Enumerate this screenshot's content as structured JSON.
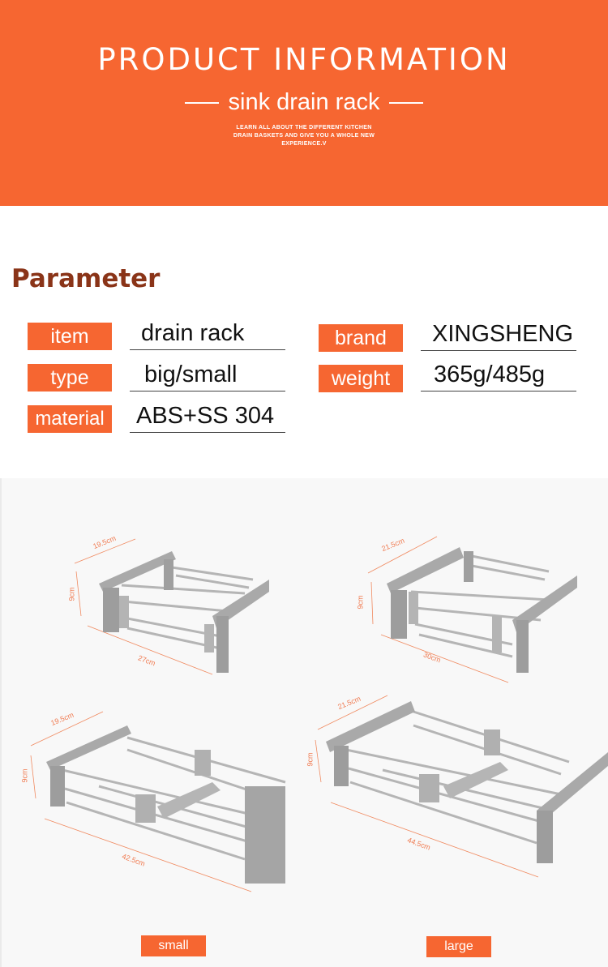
{
  "hero": {
    "title": "PRODUCT INFORMATION",
    "subtitle": "sink drain rack",
    "description_lines": [
      "LEARN ALL ABOUT THE DIFFERENT KITCHEN",
      "DRAIN BASKETS AND GIVE YOU A WHOLE NEW",
      "EXPERIENCE.V"
    ],
    "background_color": "#f66631"
  },
  "parameters": {
    "heading": "Parameter",
    "heading_color": "#8a3418",
    "rows": [
      {
        "label": "item",
        "value": "drain rack"
      },
      {
        "label": "type",
        "value": "big/small"
      },
      {
        "label": "material",
        "value": "ABS+SS 304"
      },
      {
        "label": "brand",
        "value": "XINGSHENG"
      },
      {
        "label": "weight",
        "value": "365g/485g"
      }
    ]
  },
  "gallery": {
    "images": [
      {
        "name": "small-collapsed",
        "width": "19.5cm",
        "height": "9cm",
        "length": "27cm"
      },
      {
        "name": "large-collapsed",
        "width": "21.5cm",
        "height": "9cm",
        "length": "30cm"
      },
      {
        "name": "small-extended",
        "width": "19.5cm",
        "height": "9cm",
        "length": "42.5cm"
      },
      {
        "name": "large-extended",
        "width": "21.5cm",
        "height": "9cm",
        "length": "44.5cm"
      }
    ],
    "tags": {
      "small": "small",
      "large": "large"
    }
  }
}
